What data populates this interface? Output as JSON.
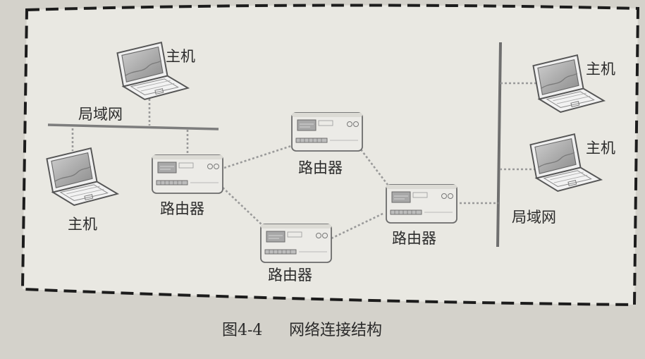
{
  "diagram": {
    "host_label": "主机",
    "router_label": "路由器",
    "lan_label": "局域网"
  },
  "caption": {
    "figure_number": "图4-4",
    "title": "网络连接结构"
  }
}
